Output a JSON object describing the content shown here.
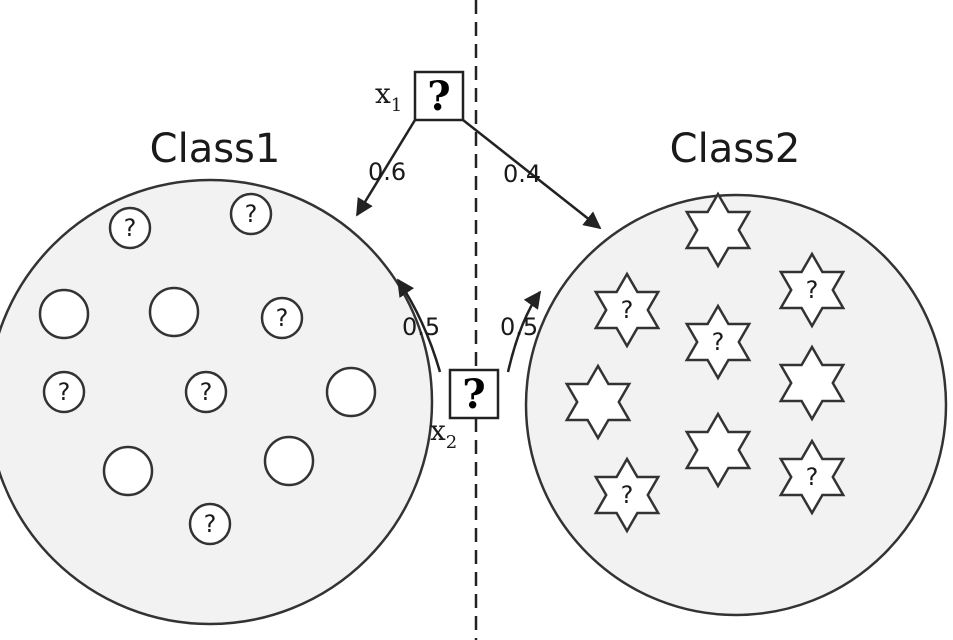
{
  "classes": {
    "class1": {
      "label": "Class1"
    },
    "class2": {
      "label": "Class2"
    }
  },
  "query_points": {
    "x1": {
      "label": "x",
      "subscript": "1",
      "mark": "?"
    },
    "x2": {
      "label": "x",
      "subscript": "2",
      "mark": "?"
    }
  },
  "unknown_mark": "?",
  "edges": {
    "x1_to_class1": "0.6",
    "x1_to_class2": "0.4",
    "x2_to_class1": "0.5",
    "x2_to_class2": "0.5"
  },
  "colors": {
    "region_fill": "#f2f2f2",
    "stroke": "#333333",
    "symbol_fill": "#ffffff"
  }
}
